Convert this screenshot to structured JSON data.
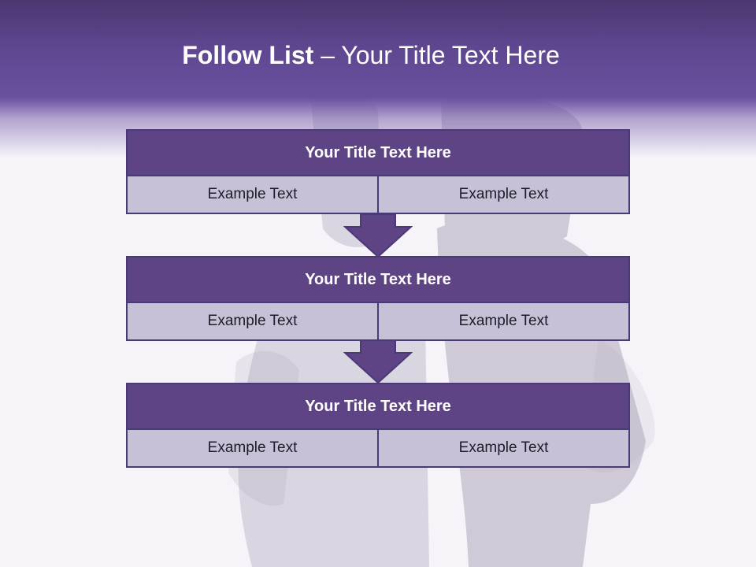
{
  "slide": {
    "title_bold": "Follow List",
    "title_rest": " – Your Title Text Here"
  },
  "steps": [
    {
      "title": "Your Title Text Here",
      "left": "Example Text",
      "right": "Example Text"
    },
    {
      "title": "Your Title Text Here",
      "left": "Example Text",
      "right": "Example Text"
    },
    {
      "title": "Your Title Text Here",
      "left": "Example Text",
      "right": "Example Text"
    }
  ],
  "colors": {
    "header": "#5e4790",
    "step_title_bg": "#5e4485",
    "cell_bg": "#c6c1d6",
    "border": "#4b3a78"
  }
}
